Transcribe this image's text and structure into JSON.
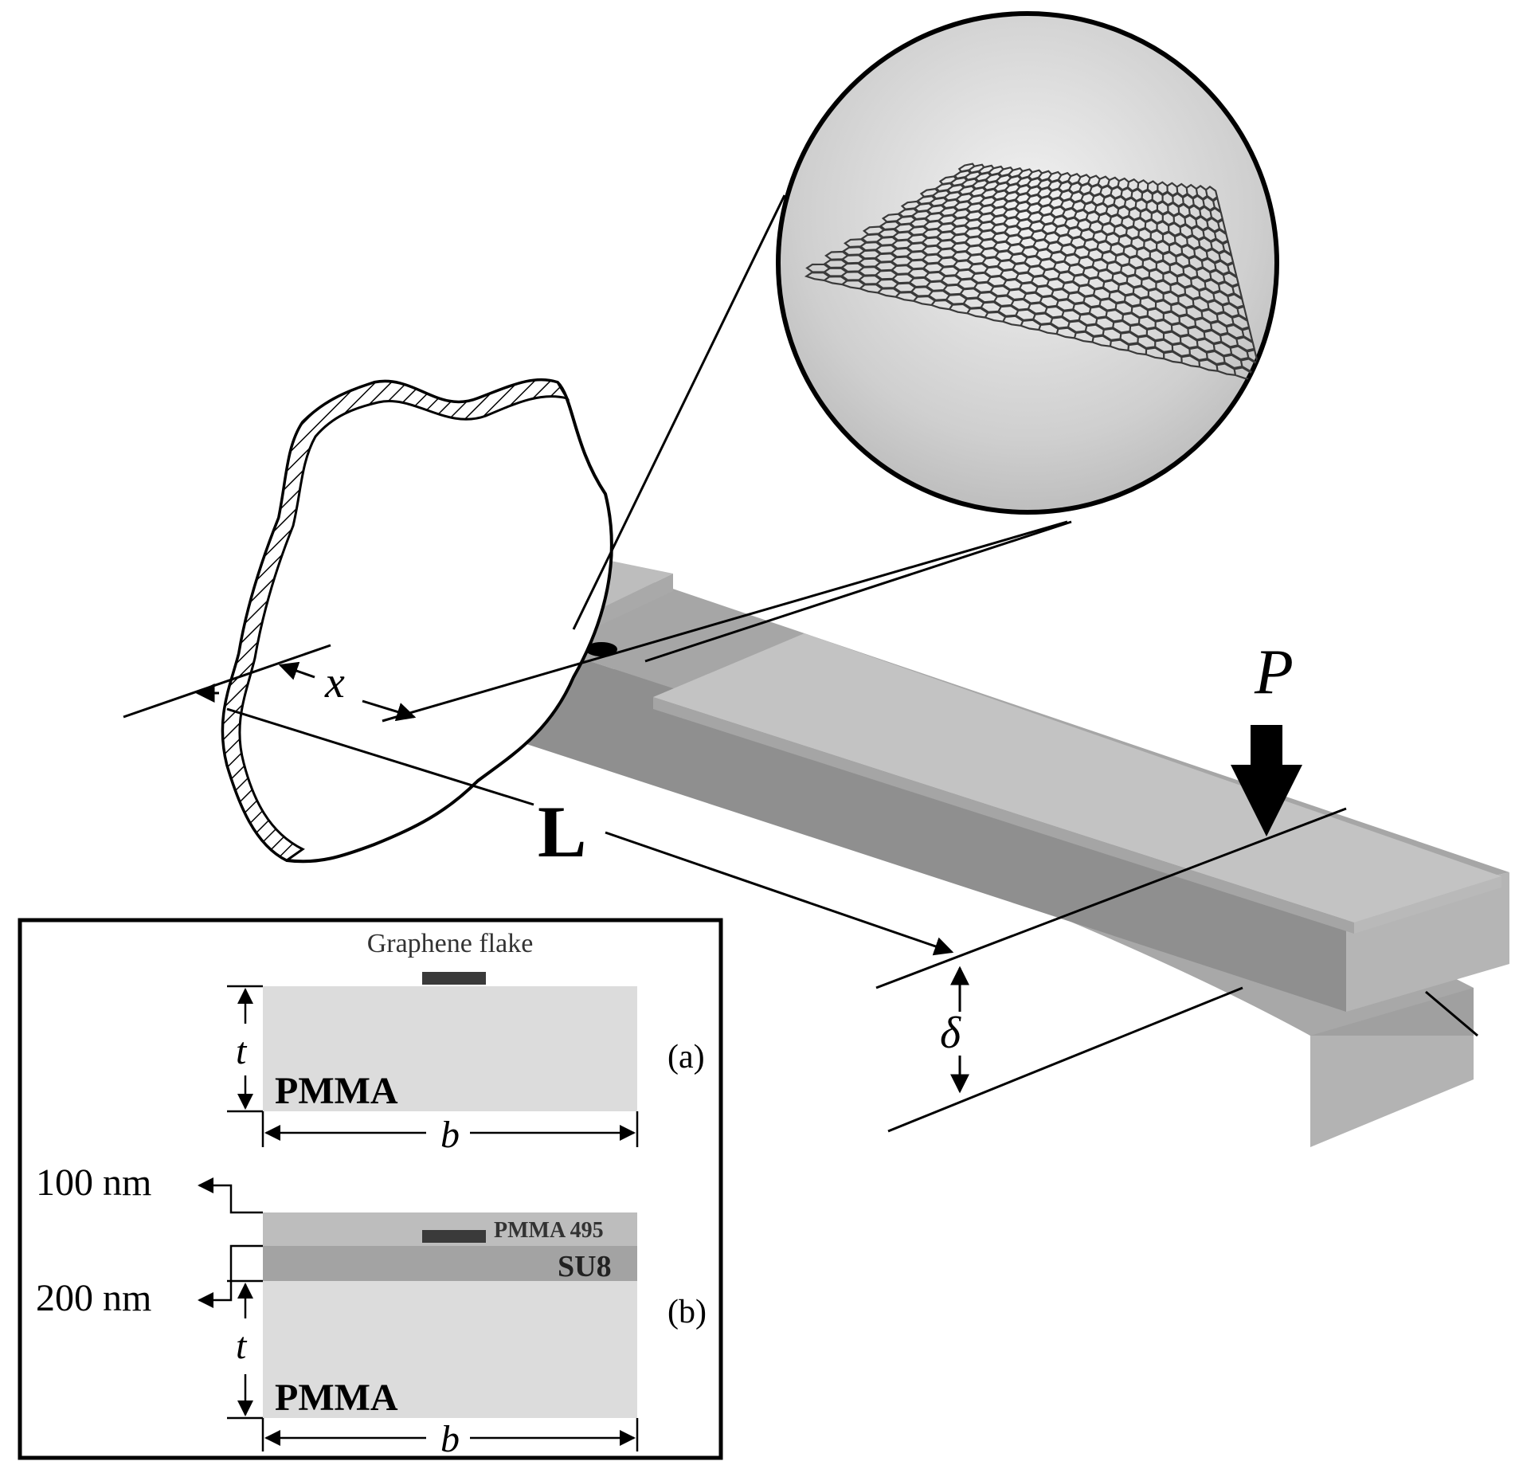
{
  "figure": {
    "load_label": "P",
    "length_label": "L",
    "position_label": "x",
    "deflection_label": "δ",
    "inset": {
      "panel_a": {
        "flake_label": "Graphene flake",
        "layer_label": "PMMA",
        "thickness_label": "t",
        "width_label": "b",
        "panel_label": "(a)"
      },
      "panel_b": {
        "top_layer_label": "PMMA 495",
        "middle_layer_label": "SU8",
        "bottom_layer_label": "PMMA",
        "top_thickness": "100 nm",
        "middle_thickness": "200 nm",
        "thickness_label": "t",
        "width_label": "b",
        "panel_label": "(b)"
      }
    }
  },
  "colors": {
    "beam_top": "#a6a6a6",
    "beam_side": "#8e8e8e",
    "beam_face": "#b9b9b9",
    "layer_top": "#c4c4c4",
    "pmma_fill": "#dcdcdc",
    "su8_fill": "#a3a3a3",
    "pmma495_fill": "#bdbdbd",
    "flake_fill": "#3a3a3a",
    "lattice": "#3a3a3a",
    "ink": "#000000"
  }
}
